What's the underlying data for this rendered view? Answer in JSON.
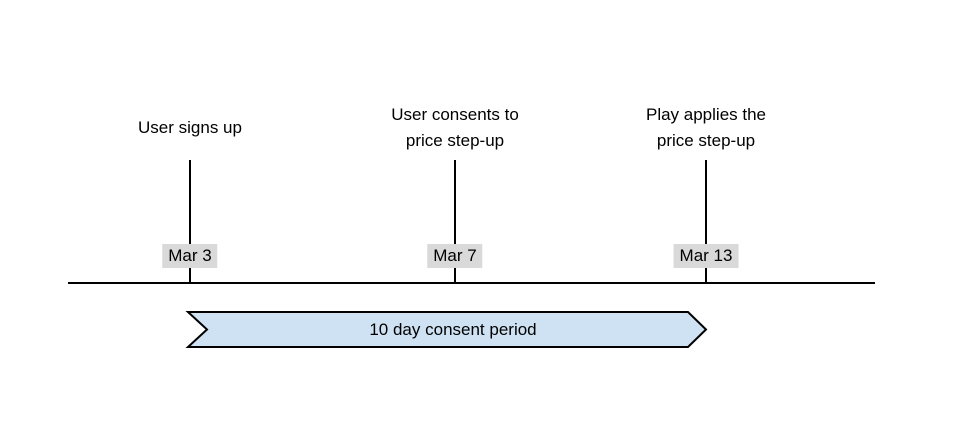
{
  "colors": {
    "background": "#ffffff",
    "line": "#000000",
    "text": "#000000",
    "chip-bg": "#d9d9d9",
    "banner-fill": "#cfe2f3",
    "banner-stroke": "#000000"
  },
  "timeline": {
    "events": [
      {
        "label_lines": [
          "User signs up"
        ],
        "date": "Mar 3"
      },
      {
        "label_lines": [
          "User consents to",
          "price step-up"
        ],
        "date": "Mar 7"
      },
      {
        "label_lines": [
          "Play applies the",
          "price step-up"
        ],
        "date": "Mar 13"
      }
    ]
  },
  "banner": {
    "label": "10 day consent period"
  }
}
